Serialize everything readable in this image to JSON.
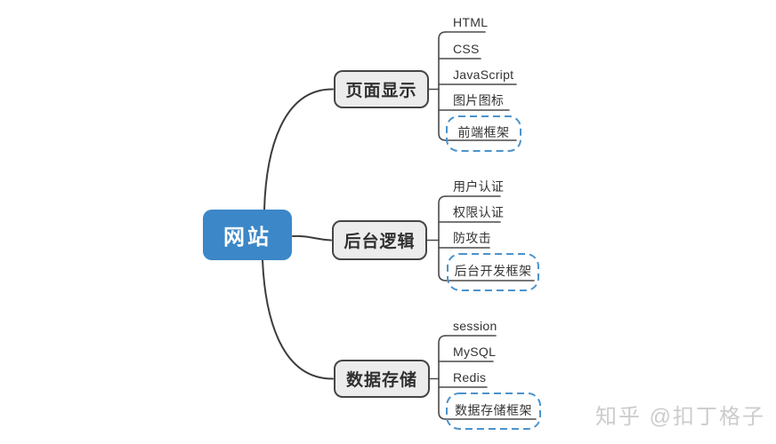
{
  "root": {
    "label": "网站"
  },
  "branches": [
    {
      "label": "页面显示",
      "leaves": [
        "HTML",
        "CSS",
        "JavaScript",
        "图片图标"
      ],
      "framework": "前端框架"
    },
    {
      "label": "后台逻辑",
      "leaves": [
        "用户认证",
        "权限认证",
        "防攻击"
      ],
      "framework": "后台开发框架"
    },
    {
      "label": "数据存储",
      "leaves": [
        "session",
        "MySQL",
        "Redis"
      ],
      "framework": "数据存储框架"
    }
  ],
  "watermark": "知乎 @扣丁格子",
  "colors": {
    "background": "#ffffff",
    "root_fill": "#3b87c8",
    "root_text": "#ffffff",
    "branch_fill": "#ececec",
    "branch_border": "#454545",
    "branch_text": "#2f2f2f",
    "line": "#3c3c3c",
    "leaf_line": "#4a4a4a",
    "leaf_text": "#333333",
    "dashed_border": "#4b93cc",
    "watermark_text": "#cccccc"
  }
}
